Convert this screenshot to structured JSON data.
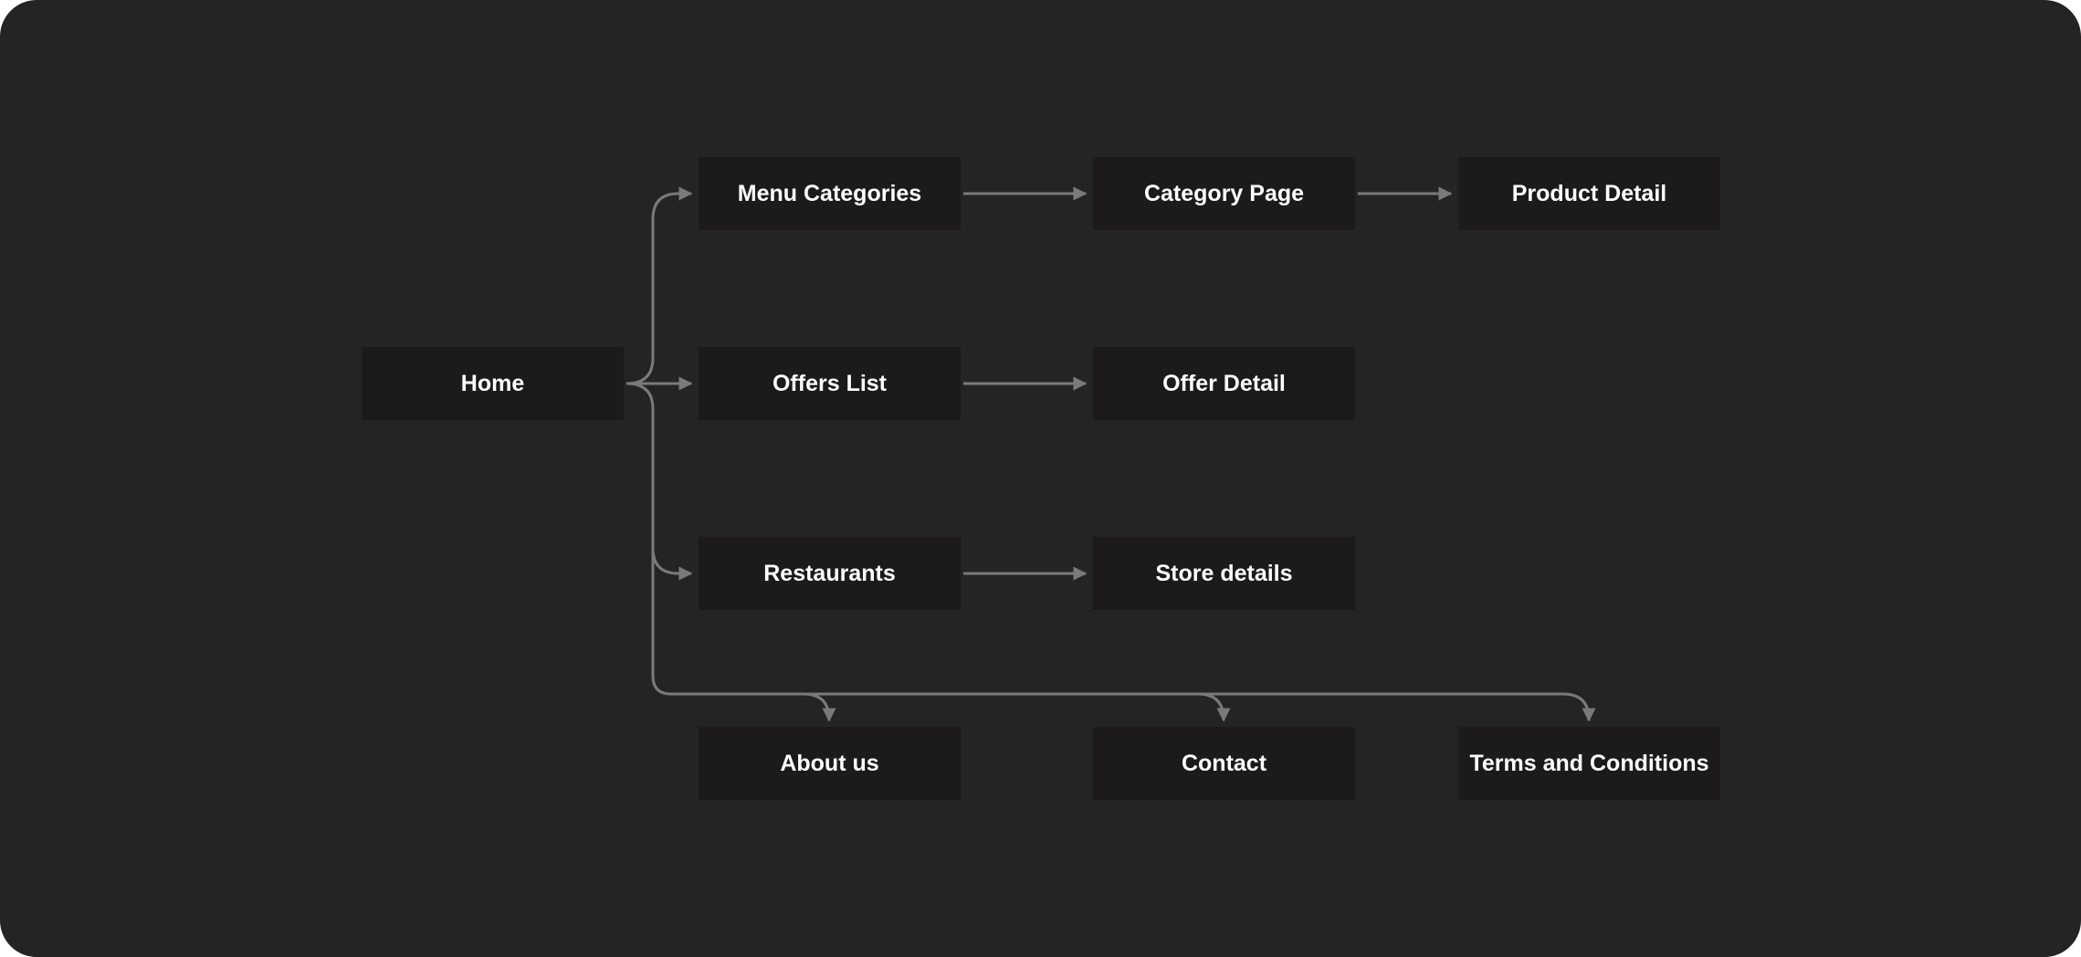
{
  "colors": {
    "background": "#242424",
    "node_fill": "#1c1a1a",
    "node_text": "#ffffff",
    "connector": "#7a7a7a"
  },
  "nodes": {
    "home": "Home",
    "menu_categories": "Menu Categories",
    "category_page": "Category Page",
    "product_detail": "Product Detail",
    "offers_list": "Offers List",
    "offer_detail": "Offer Detail",
    "restaurants": "Restaurants",
    "store_details": "Store details",
    "about_us": "About us",
    "contact": "Contact",
    "terms": "Terms and Conditions"
  },
  "edges": [
    {
      "from": "Home",
      "to": "Menu Categories"
    },
    {
      "from": "Home",
      "to": "Offers List"
    },
    {
      "from": "Home",
      "to": "Restaurants"
    },
    {
      "from": "Home",
      "to": "About us"
    },
    {
      "from": "Home",
      "to": "Contact"
    },
    {
      "from": "Home",
      "to": "Terms and Conditions"
    },
    {
      "from": "Menu Categories",
      "to": "Category Page"
    },
    {
      "from": "Category Page",
      "to": "Product Detail"
    },
    {
      "from": "Offers List",
      "to": "Offer Detail"
    },
    {
      "from": "Restaurants",
      "to": "Store details"
    }
  ]
}
